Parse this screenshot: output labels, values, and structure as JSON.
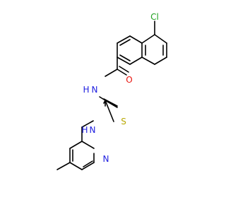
{
  "colors": {
    "bond": "#000000",
    "Cl": "#1fa01f",
    "O": "#e8120c",
    "N": "#2020e0",
    "S": "#b8a800",
    "background": "#ffffff"
  },
  "atoms": {
    "cl": {
      "symbol": "Cl",
      "label": "Cl",
      "color_key": "Cl"
    },
    "o": {
      "symbol": "O",
      "label": "O",
      "color_key": "O"
    },
    "n_amide": {
      "symbol": "N",
      "label": "N",
      "h_label": "H",
      "color_key": "N"
    },
    "n_amine": {
      "symbol": "N",
      "label": "N",
      "h_label": "H",
      "color_key": "N"
    },
    "s": {
      "symbol": "S",
      "label": "S",
      "color_key": "S"
    },
    "n_pyridine": {
      "symbol": "N",
      "label": "N",
      "color_key": "N"
    }
  }
}
